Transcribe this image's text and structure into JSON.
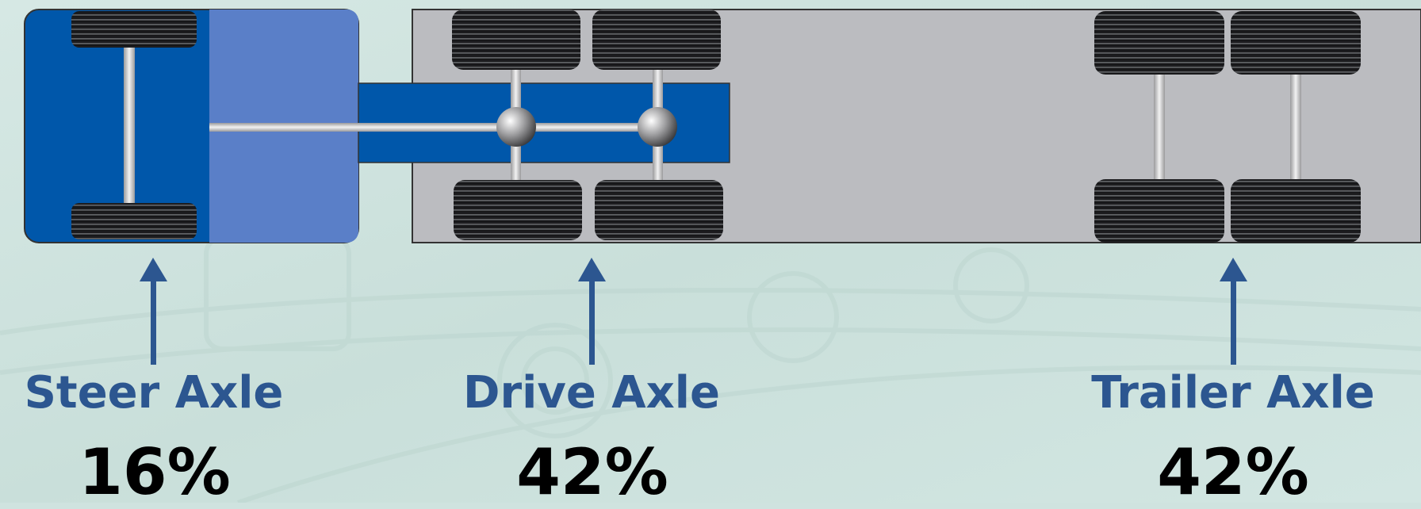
{
  "axles": [
    {
      "name": "Steer Axle",
      "share": "16%"
    },
    {
      "name": "Drive Axle",
      "share": "42%"
    },
    {
      "name": "Trailer Axle",
      "share": "42%"
    }
  ],
  "colors": {
    "background": "#cfe3df",
    "cab_dark": "#0057aa",
    "cab_light": "#5a7fc8",
    "trailer": "#bbbcc0",
    "label_text": "#2c5690",
    "percent_text": "#000000",
    "arrow": "#2c5690"
  }
}
